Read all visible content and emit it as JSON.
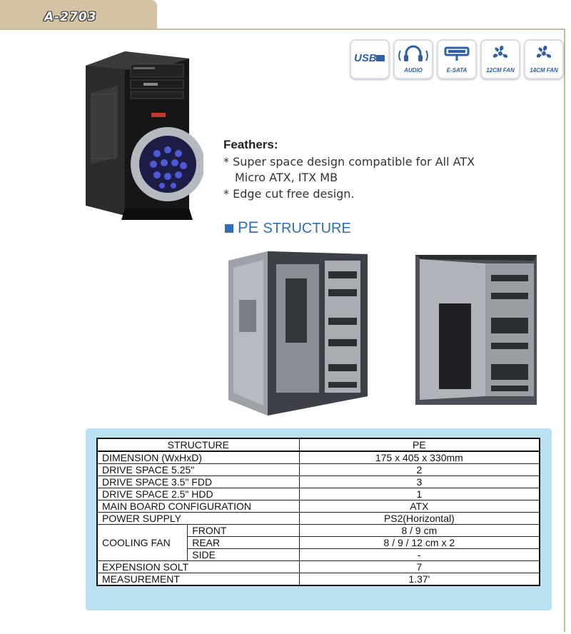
{
  "model": "A-2703",
  "icons": [
    {
      "name": "usb-icon",
      "label": "USB"
    },
    {
      "name": "audio-icon",
      "label": "AUDIO"
    },
    {
      "name": "esata-icon",
      "label": "E-SATA"
    },
    {
      "name": "fan-12cm-icon",
      "label": "12CM FAN"
    },
    {
      "name": "fan-14cm-icon",
      "label": "14CM FAN"
    }
  ],
  "features": {
    "title": "Feathers:",
    "lines": [
      "* Super space design compatible for All ATX",
      "Micro ATX, ITX MB",
      "* Edge cut free design."
    ]
  },
  "section": {
    "pe": "PE",
    "structure": "STRUCTURE"
  },
  "table": {
    "header": [
      "STRUCTURE",
      "PE"
    ],
    "rows": [
      {
        "label": "DIMENSION (WxHxD)",
        "value": "175 x 405 x 330mm"
      },
      {
        "label": "DRIVE SPACE 5.25\"",
        "value": "2"
      },
      {
        "label": "DRIVE SPACE 3.5\" FDD",
        "value": "3"
      },
      {
        "label": "DRIVE SPACE 2.5\" HDD",
        "value": "1"
      },
      {
        "label": "MAIN BOARD CONFIGURATION",
        "value": "ATX"
      },
      {
        "label": "POWER SUPPLY",
        "value": "PS2(Horizontal)"
      }
    ],
    "cooling": {
      "label": "COOLING FAN",
      "sub": [
        {
          "label": "FRONT",
          "value": "8 / 9 cm"
        },
        {
          "label": "REAR",
          "value": "8 / 9 / 12 cm x 2"
        },
        {
          "label": "SIDE",
          "value": "-"
        }
      ]
    },
    "tail": [
      {
        "label": "EXPENSION SOLT",
        "value": "7"
      },
      {
        "label": "MEASUREMENT",
        "value": "1.37'"
      }
    ]
  }
}
